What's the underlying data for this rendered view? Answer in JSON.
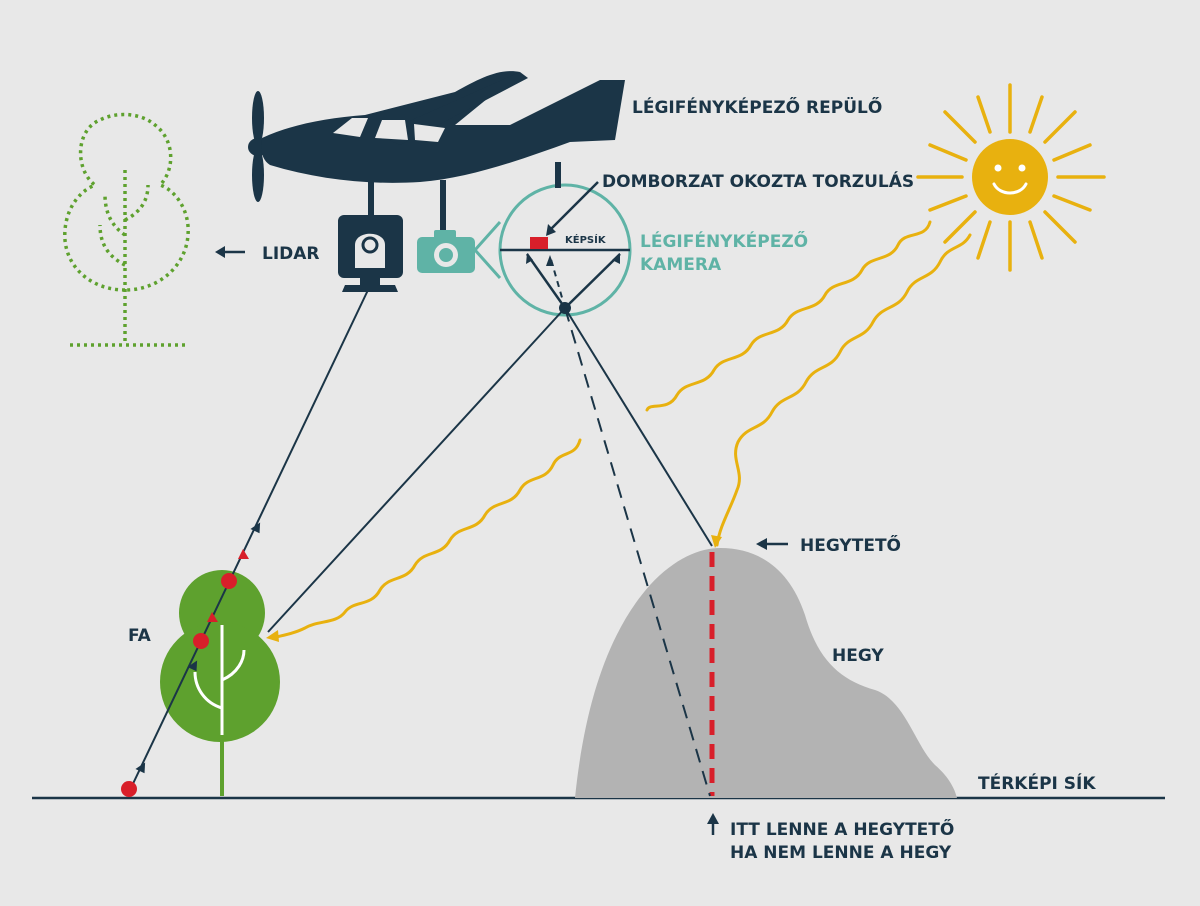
{
  "labels": {
    "plane": "LÉGIFÉNYKÉPEZŐ REPÜLŐ",
    "relief_distortion": "DOMBORZAT OKOZTA TORZULÁS",
    "lidar": "LIDAR",
    "image_plane": "KÉPSÍK",
    "camera_line1": "LÉGIFÉNYKÉPEZŐ",
    "camera_line2": "KAMERA",
    "hilltop": "HEGYTETŐ",
    "tree": "FA",
    "hill": "HEGY",
    "map_plane": "TÉRKÉPI SÍK",
    "would_be_line1": "ITT LENNE A HEGYTETŐ",
    "would_be_line2": "HA NEM LENNE A HEGY"
  },
  "icons": {
    "plane": "airplane-icon",
    "lidar": "lidar-scanner-icon",
    "camera": "camera-icon",
    "sun": "sun-icon",
    "tree_outline": "tree-outline-icon",
    "tree": "tree-icon",
    "hill": "hill-shape"
  },
  "colors": {
    "background": "#e8e8e8",
    "dark_navy": "#1b3547",
    "teal": "#5fb3a6",
    "sun_yellow": "#e8b10f",
    "tree_green": "#5ea12e",
    "hill_gray": "#b3b3b3",
    "red": "#d81f2a"
  }
}
